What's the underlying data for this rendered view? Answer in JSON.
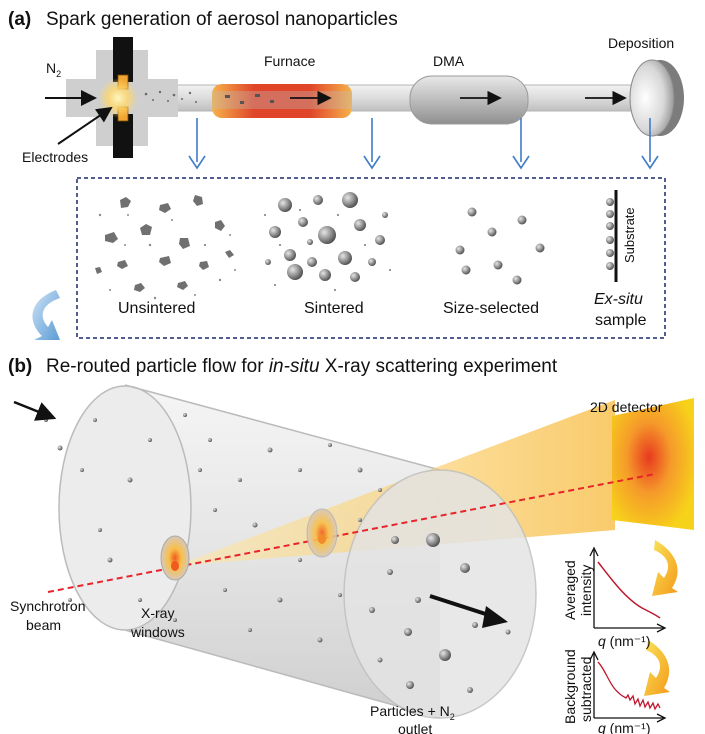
{
  "panel_a": {
    "label": "(a)",
    "title": "Spark generation of aerosol nanoparticles",
    "gas": "N",
    "gas_sub": "2",
    "electrodes_label": "Electrodes",
    "furnace_label": "Furnace",
    "dma_label": "DMA",
    "deposition_label": "Deposition",
    "samples": [
      {
        "label": "Unsintered"
      },
      {
        "label": "Sintered"
      },
      {
        "label": "Size-selected"
      }
    ],
    "substrate_label": "Substrate",
    "exsitu_italic": "Ex-situ",
    "exsitu_rest": "sample"
  },
  "panel_b": {
    "label": "(b)",
    "title_pre": "Re-routed particle flow for ",
    "title_ital": "in-situ",
    "title_post": " X-ray scattering experiment",
    "detector_label": "2D detector",
    "synchrotron_line1": "Synchrotron",
    "synchrotron_line2": "beam",
    "windows_line1": "X-ray",
    "windows_line2": "windows",
    "outlet_line1": "Particles + N",
    "outlet_sub": "2",
    "outlet_line2": "outlet",
    "plot1_ylabel_1": "Averaged",
    "plot1_ylabel_2": "intensity",
    "plot1_xlabel_q": "q",
    "plot1_xlabel_unit": " (nm⁻¹)",
    "plot2_ylabel_1": "Background",
    "plot2_ylabel_2": "subtracted",
    "plot2_xlabel_q": "q",
    "plot2_xlabel_unit": " (nm⁻¹)"
  },
  "colors": {
    "arrow_blue": "#3d7cc9",
    "box_border": "#1a2a6c",
    "furnace_red": "#e0452a",
    "furnace_orange": "#f6b24a",
    "beam_red": "#e8232a",
    "detector_yellow": "#f7d21a",
    "curve_red": "#c0172c"
  }
}
